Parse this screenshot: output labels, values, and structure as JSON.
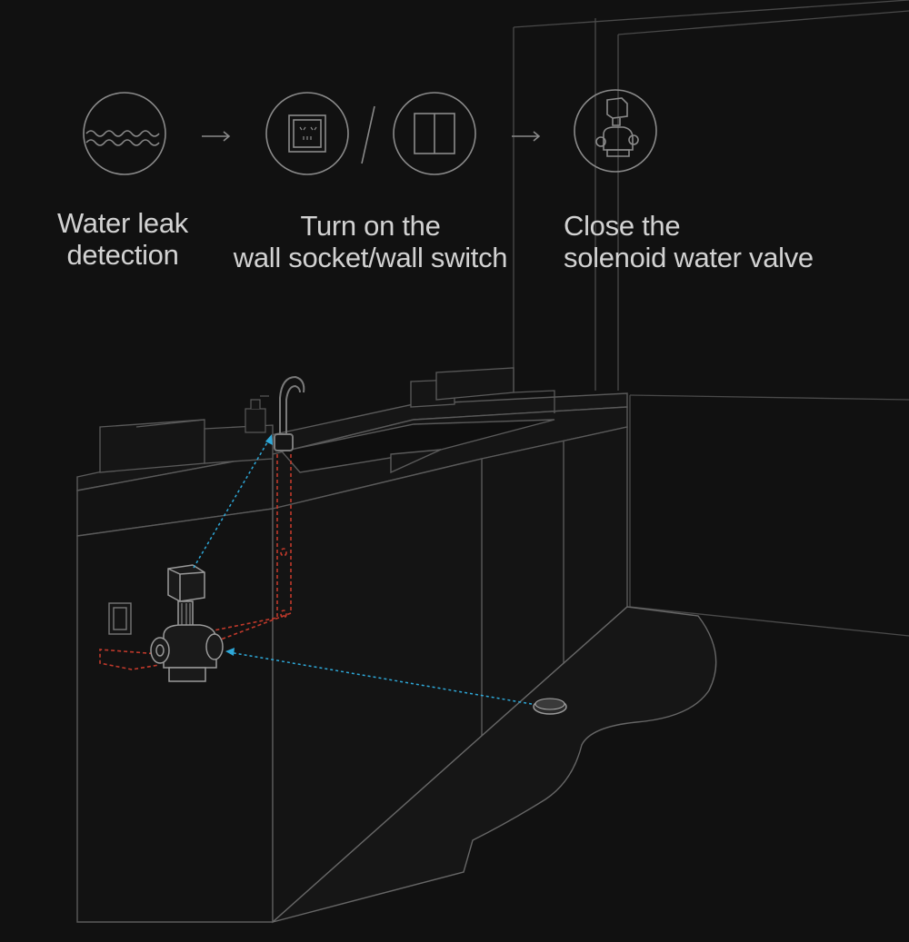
{
  "steps": [
    {
      "icon": "water-wave-icon",
      "line1": "Water leak",
      "line2": "detection"
    },
    {
      "icon": "wall-socket-icon / wall-switch-icon",
      "line1": "Turn on the",
      "line2": "wall socket/wall switch"
    },
    {
      "icon": "solenoid-valve-icon",
      "line1": "Close the",
      "line2": "solenoid water valve"
    }
  ],
  "flow_arrows": [
    "→",
    "→"
  ],
  "separator": "/",
  "colors": {
    "background": "#111111",
    "line": "#6a6a6a",
    "icon": "#8a8a8a",
    "text": "#d2d2d2",
    "signal": "#2ea8d8",
    "pipe": "#c0392b"
  }
}
